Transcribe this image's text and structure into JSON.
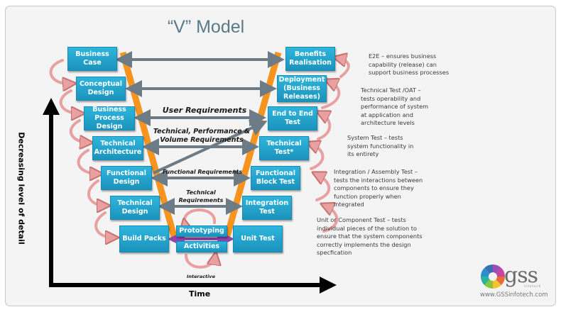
{
  "title": "“V” Model",
  "axes": {
    "y_label": "Decreasing level of detail",
    "x_label": "Time"
  },
  "left_boxes": [
    {
      "label": "Business Case"
    },
    {
      "label": "Conceptual Design"
    },
    {
      "label": "Business Process Design"
    },
    {
      "label": "Technical Architecture"
    },
    {
      "label": "Functional Design"
    },
    {
      "label": "Technical Design"
    },
    {
      "label": "Build Packs"
    }
  ],
  "right_boxes": [
    {
      "label": "Benefits Realisation"
    },
    {
      "label": "Deployment (Business Releases)"
    },
    {
      "label": "End to End Test"
    },
    {
      "label": "Technical Test*"
    },
    {
      "label": "Functional Block Test"
    },
    {
      "label": "Integration Test"
    },
    {
      "label": "Unit Test"
    }
  ],
  "center_box": {
    "top": "Prototyping",
    "bottom": "Activities"
  },
  "labels": {
    "user_requirements": "User Requirements",
    "tech_perf_vol": "Technical, Performance & Volume Requirements",
    "functional_requirements": "Functional Requirements",
    "technical_requirements": "Technical Requirements",
    "interactive": "Interactive"
  },
  "notes": [
    "E2E – ensures business capability (release) can support business processes",
    "Technical Test /OAT – tests operability and performance of system at application and architecture levels",
    "System Test – tests system functionality in its entirety",
    "Integration / Assembly Test – tests the interactions between components to ensure they function properly when integrated",
    "Unit or Component Test – tests individual pieces of the solution to ensure that the system components correctly implements the design specfication"
  ],
  "logo": {
    "name": "gss",
    "sub": "infotech",
    "url": "www.GSSinfotech.com"
  },
  "colors": {
    "box": "#1fa3cc",
    "v_line": "#f7941d",
    "arrow": "#6d7b86",
    "curved_arrow": "#e8a0a0",
    "purple_arrow": "#9b59b6"
  }
}
